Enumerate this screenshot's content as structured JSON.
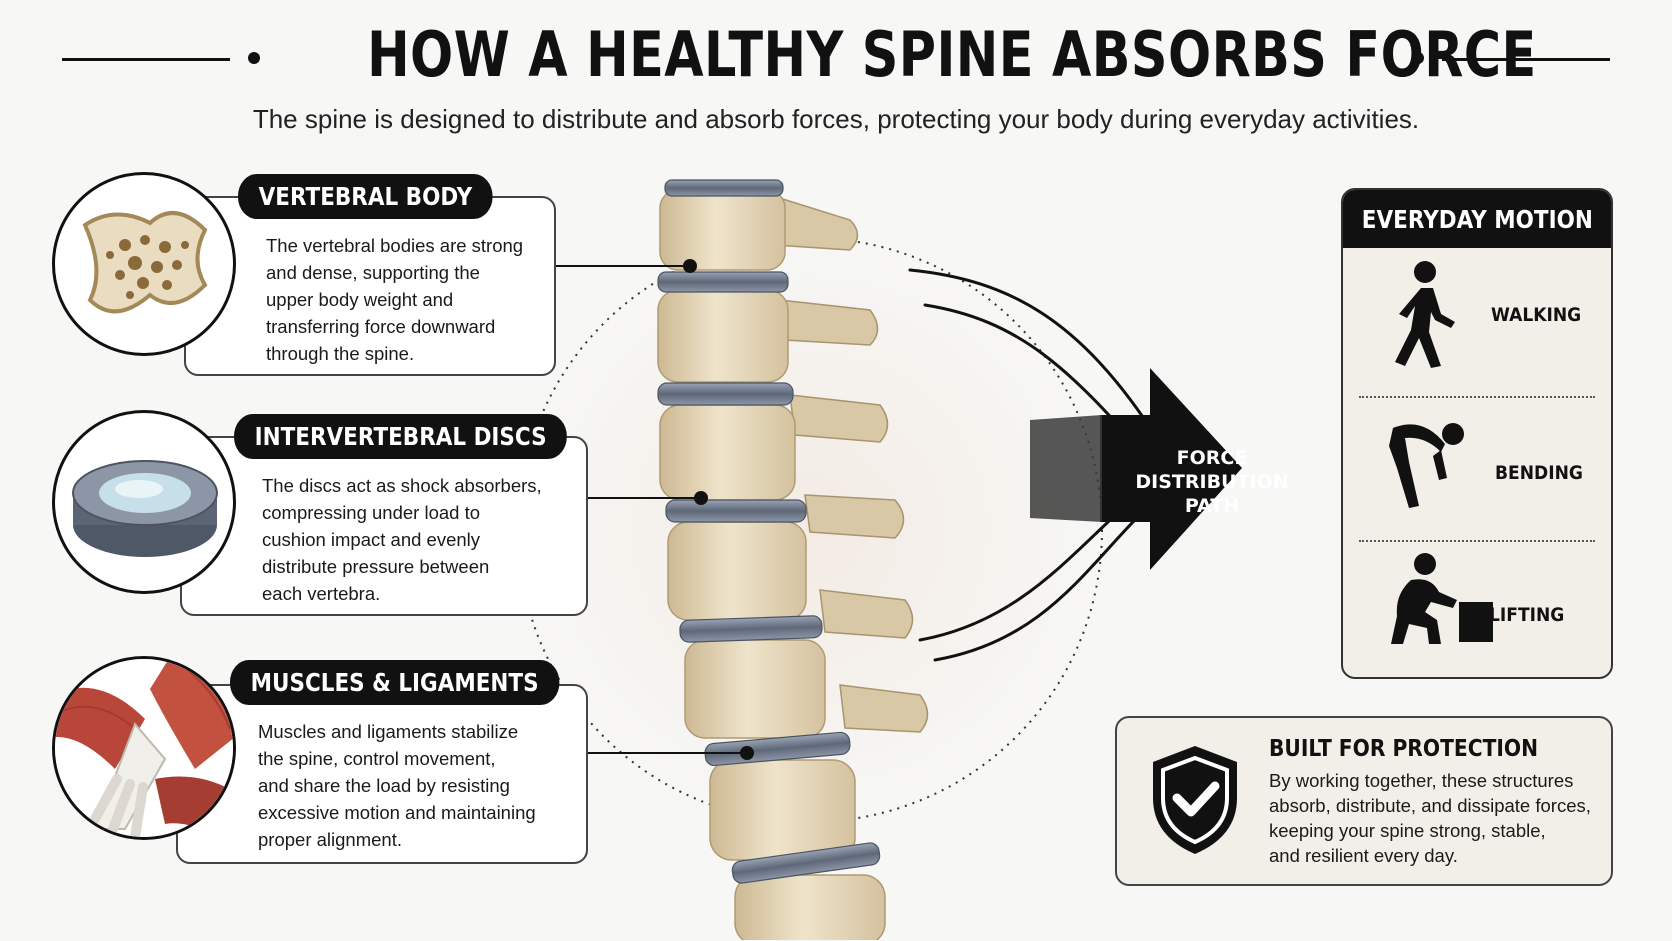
{
  "header": {
    "title": "HOW A HEALTHY SPINE ABSORBS FORCE",
    "subtitle": "The spine is designed to distribute and absorb forces, protecting your body during everyday activities."
  },
  "components": [
    {
      "label": "VERTEBRAL BODY",
      "lines": [
        "The vertebral bodies are strong",
        "and dense, supporting the",
        "upper body weight and",
        "transferring force downward",
        "through the spine."
      ],
      "icon": "bone-cross-section-icon"
    },
    {
      "label": "INTERVERTEBRAL DISCS",
      "lines": [
        "The discs act as shock absorbers,",
        "compressing under load to",
        "cushion impact and evenly",
        "distribute pressure between",
        "each vertebra."
      ],
      "icon": "disc-icon"
    },
    {
      "label": "MUSCLES & LIGAMENTS",
      "lines": [
        "Muscles and ligaments stabilize",
        "the spine, control movement,",
        "and share the load by resisting",
        "excessive motion and maintaining",
        "proper alignment."
      ],
      "icon": "muscle-ligament-icon"
    }
  ],
  "force": {
    "lines": [
      "FORCE",
      "DISTRIBUTION",
      "PATH"
    ]
  },
  "motion": {
    "title": "EVERYDAY MOTION",
    "items": [
      {
        "label": "WALKING",
        "icon": "walking-person-icon"
      },
      {
        "label": "BENDING",
        "icon": "bending-person-icon"
      },
      {
        "label": "LIFTING",
        "icon": "lifting-person-icon"
      }
    ]
  },
  "protection": {
    "title": "BUILT FOR PROTECTION",
    "lines": [
      "By working together, these structures",
      "absorb, distribute, and dissipate forces,",
      "keeping your spine strong, stable,",
      "and resilient every day."
    ],
    "icon": "shield-check-icon"
  },
  "colors": {
    "bone": "#e9dcc0",
    "disc": "#7a8496",
    "muscle": "#b8473a",
    "ink": "#111111"
  }
}
